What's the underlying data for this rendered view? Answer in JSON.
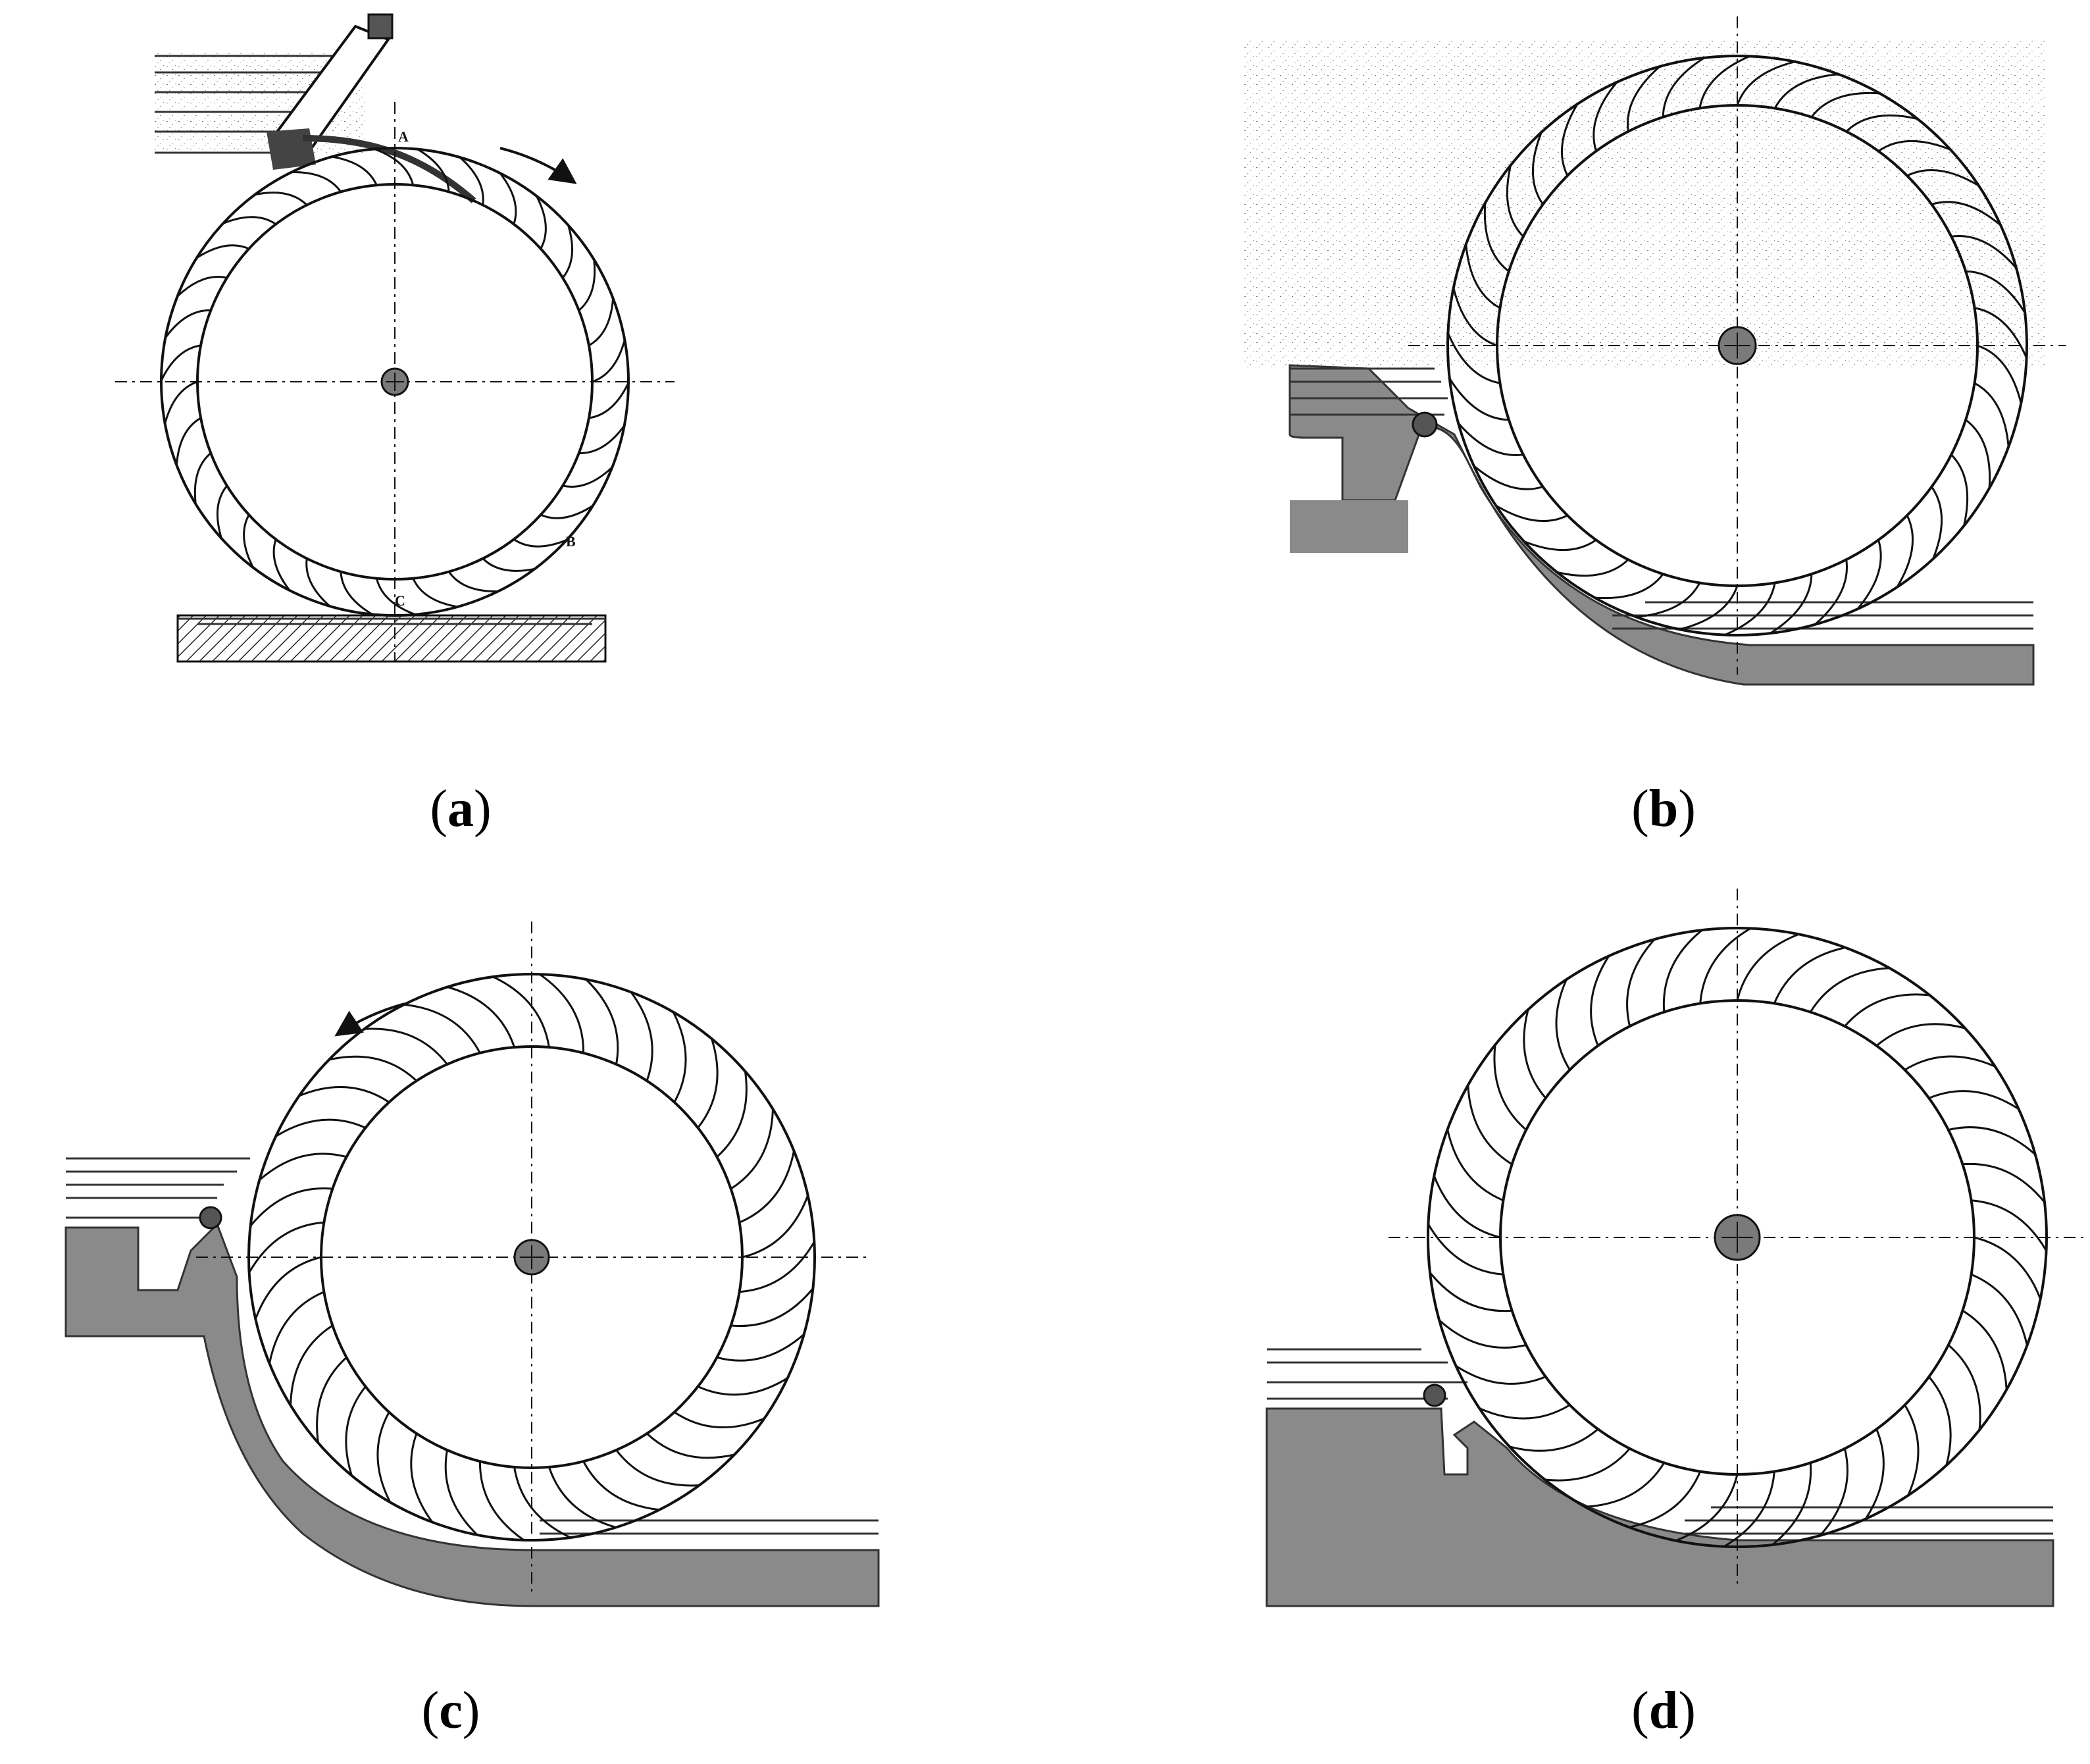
{
  "panels": [
    {
      "id": "a",
      "caption_open": "(",
      "caption_letter": "a",
      "caption_close": ")",
      "style": "overshot",
      "rotation_arrow": "clockwise",
      "point_labels": [
        {
          "text": "A"
        },
        {
          "text": "B"
        },
        {
          "text": "C"
        }
      ]
    },
    {
      "id": "b",
      "caption_open": "(",
      "caption_letter": "b",
      "caption_close": ")",
      "style": "breastshot-hatched",
      "rotation_arrow": "none",
      "point_labels": []
    },
    {
      "id": "c",
      "caption_open": "(",
      "caption_letter": "c",
      "caption_close": ")",
      "style": "breastshot-curved",
      "rotation_arrow": "counterclockwise",
      "point_labels": []
    },
    {
      "id": "d",
      "caption_open": "(",
      "caption_letter": "d",
      "caption_close": ")",
      "style": "breastshot-low",
      "rotation_arrow": "none",
      "point_labels": []
    }
  ],
  "colors": {
    "ink": "#111111",
    "masonry": "#8a8a8a",
    "water_line": "#333333",
    "background": "#ffffff",
    "hub": "#7a7a7a"
  }
}
